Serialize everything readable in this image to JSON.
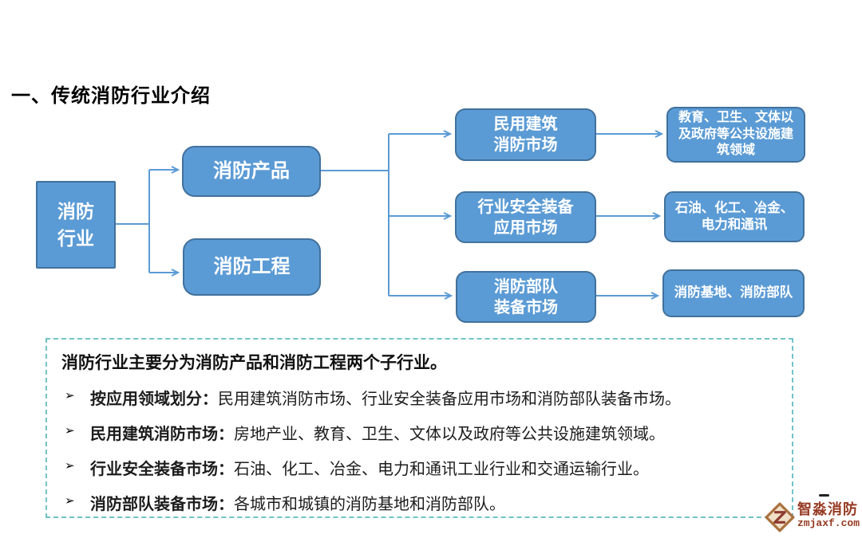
{
  "title": "一、传统消防行业介绍",
  "colors": {
    "box_fill": "#5B9BD5",
    "box_border": "#41719C",
    "connector": "#5B9BD5",
    "dashed_border": "#72C2C8",
    "logo_red": "#963A22",
    "text_black": "#111111"
  },
  "flowchart": {
    "root": {
      "line1": "消防",
      "line2": "行业"
    },
    "level2": {
      "products": "消防产品",
      "engineering": "消防工程"
    },
    "markets": {
      "civil": {
        "line1": "民用建筑",
        "line2": "消防市场"
      },
      "industrial": {
        "line1": "行业安全装备",
        "line2": "应用市场"
      },
      "brigade": {
        "line1": "消防部队",
        "line2": "装备市场"
      }
    },
    "details": {
      "civil": "教育、卫生、文体以及政府等公共设施建筑领域",
      "industrial": "石油、化工、冶金、电力和通讯",
      "brigade": "消防基地、消防部队"
    }
  },
  "notes": {
    "summary": "消防行业主要分为消防产品和消防工程两个子行业。",
    "bullet_char": "➢",
    "bullets": [
      {
        "label": "按应用领域划分：",
        "text": "民用建筑消防市场、行业安全装备应用市场和消防部队装备市场。"
      },
      {
        "label": "民用建筑消防市场：",
        "text": "房地产业、教育、卫生、文体以及政府等公共设施建筑领域。"
      },
      {
        "label": "行业安全装备市场：",
        "text": "石油、化工、冶金、电力和通讯工业行业和交通运输行业。"
      },
      {
        "label": "消防部队装备市场：",
        "text": "各城市和城镇的消防基地和消防部队。"
      }
    ]
  },
  "logo": {
    "name": "智淼消防",
    "site": "zmjaxf.com"
  }
}
